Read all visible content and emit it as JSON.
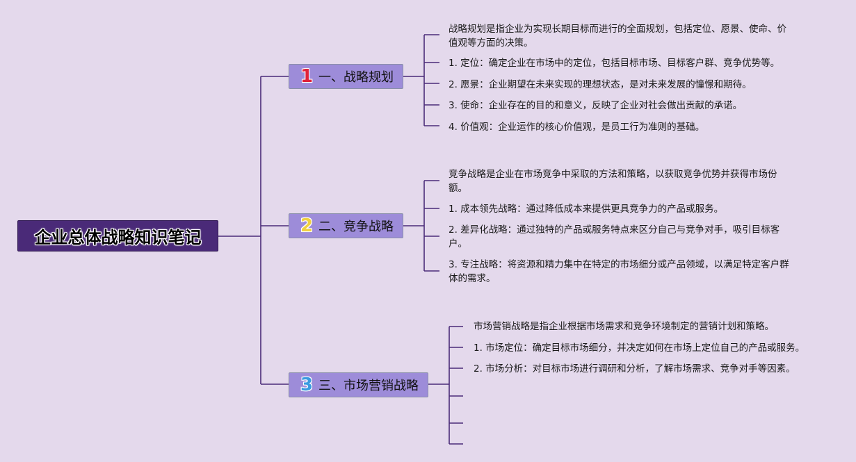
{
  "root": {
    "title": "企业总体战略知识笔记"
  },
  "branches": [
    {
      "num": "1",
      "label": "一、战略规划",
      "leaves": [
        "战略规划是指企业为实现长期目标而进行的全面规划，包括定位、愿景、使命、价值观等方面的决策。",
        "1. 定位：确定企业在市场中的定位，包括目标市场、目标客户群、竞争优势等。",
        "2. 愿景：企业期望在未来实现的理想状态，是对未来发展的憧憬和期待。",
        "3. 使命：企业存在的目的和意义，反映了企业对社会做出贡献的承诺。",
        "4. 价值观：企业运作的核心价值观，是员工行为准则的基础。"
      ]
    },
    {
      "num": "2",
      "label": "二、竞争战略",
      "leaves": [
        "竞争战略是企业在市场竞争中采取的方法和策略，以获取竞争优势并获得市场份额。",
        "1. 成本领先战略：通过降低成本来提供更具竞争力的产品或服务。",
        "2. 差异化战略：通过独特的产品或服务特点来区分自己与竞争对手，吸引目标客户。",
        "3. 专注战略：将资源和精力集中在特定的市场细分或产品领域，以满足特定客户群体的需求。"
      ]
    },
    {
      "num": "3",
      "label": "三、市场营销战略",
      "leaves": [
        "市场营销战略是指企业根据市场需求和竞争环境制定的营销计划和策略。",
        "1. 市场定位：确定目标市场细分，并决定如何在市场上定位自己的产品或服务。",
        "2. 市场分析：对目标市场进行调研和分析，了解市场需求、竞争对手等因素。"
      ]
    }
  ],
  "colors": {
    "background": "#e4d9ec",
    "root_fill": "#4a2a78",
    "branch_fill": "#9d8cd9",
    "line": "#4a2a78"
  }
}
